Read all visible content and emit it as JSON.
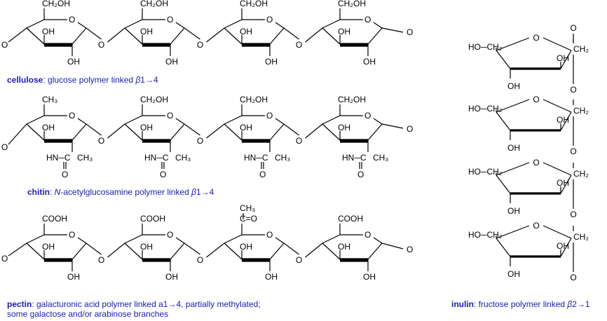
{
  "labels": {
    "ch2oh": "CH₂OH",
    "oh": "OH",
    "o": "O",
    "ch3": "CH₃",
    "nh_c": "HN─C",
    "cooh": "COOH",
    "ho_ch2": "HO─CH₂",
    "ch2": "CH₂",
    "c_eq_o": "C=O"
  },
  "captions": {
    "cellulose": {
      "name": "cellulose",
      "rest_a": ": glucose polymer linked ",
      "beta": "β",
      "rest_b": "1→4"
    },
    "chitin": {
      "name": "chitin",
      "rest_a": ":  ",
      "n": "N",
      "rest_b": "-acetylglucosamine polymer linked ",
      "beta": "β",
      "rest_c": "1→4"
    },
    "pectin": {
      "name": "pectin",
      "line1": ": galacturonic acid polymer linked a1→4, partially methylated;",
      "line2": "some galactose and/or arabinose branches"
    },
    "inulin": {
      "name": "inulin",
      "rest_a": ": fructose polymer linked ",
      "beta": "β",
      "rest_b": "2→1"
    }
  },
  "colors": {
    "caption": "#1b1bb3",
    "bond": "#000000"
  }
}
